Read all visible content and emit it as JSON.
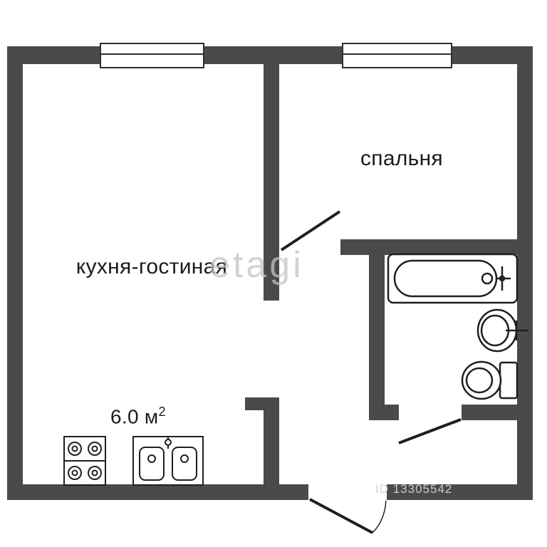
{
  "plan": {
    "rooms": {
      "bedroom": {
        "label": "спальня"
      },
      "kitchen_living": {
        "label": "кухня-гостиная",
        "area_value": "6.0 м",
        "area_sup": "2"
      }
    },
    "watermarks": {
      "brand": "etagi",
      "listing_id": "ID 13305542"
    },
    "colors": {
      "wall": "#4a4a4a",
      "line": "#1f1f1f",
      "label": "#1b1b1b",
      "watermark": "#c4c4c4",
      "background": "#ffffff"
    }
  }
}
